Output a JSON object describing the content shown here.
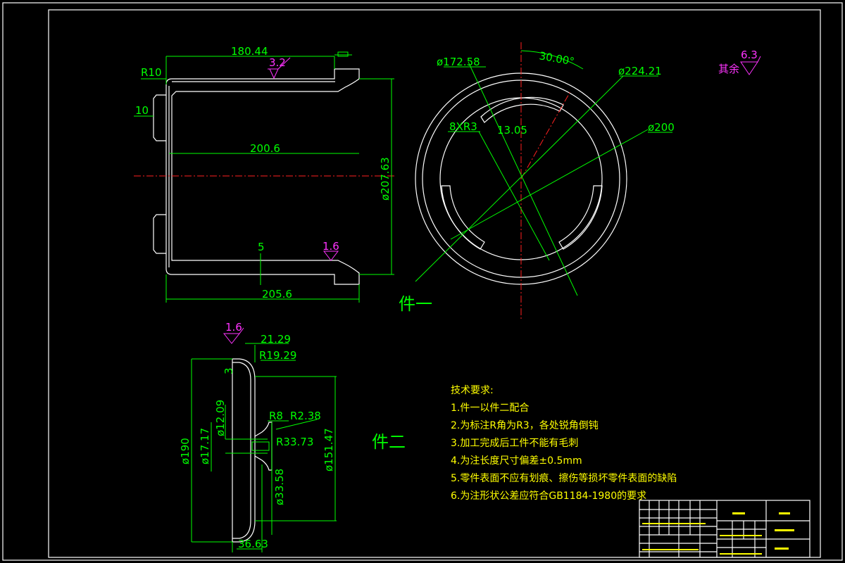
{
  "colors": {
    "background": "#000000",
    "outline": "#ffffff",
    "dimension": "#00ff00",
    "center": "#ff2020",
    "roughness": "#ff33ff",
    "notes": "#ffff00"
  },
  "part1": {
    "label": "件一",
    "dims": {
      "top_length": "180.44",
      "r10": "R10",
      "d10": "10",
      "inner_length": "200.6",
      "bottom_length": "205.6",
      "height": "ø207.63",
      "wall": "5"
    },
    "roughness": {
      "top": "3.2",
      "bottom": "1.6"
    },
    "plan_dims": {
      "d172": "ø172.58",
      "angle": "30.00°",
      "d224": "ø224.21",
      "slots": "8XR3",
      "width": "13.05",
      "d200": "ø200"
    }
  },
  "other_roughness": {
    "label": "其余",
    "value": "6.3"
  },
  "part2": {
    "label": "件二",
    "roughness": "1.6",
    "dims": {
      "w21": "21.29",
      "r19": "R19.29",
      "small": "3",
      "d190": "ø190",
      "d17": "ø17.17",
      "d12": "ø12.09",
      "r8": "R8",
      "r238": "R2.38",
      "r3373": "R33.73",
      "d3358": "ø33.58",
      "d15147": "ø151.47",
      "w3663": "36.63"
    }
  },
  "requirements": {
    "title": "技术要求:",
    "items": [
      "1.件一以件二配合",
      "2.为标注R角为R3，各处锐角倒钝",
      "3.加工完成后工件不能有毛刺",
      "4.为注长度尺寸偏差±0.5mm",
      "5.零件表面不应有划痕、擦伤等损坏零件表面的缺陷",
      "6.为注形状公差应符合GB1184-1980的要求"
    ]
  }
}
